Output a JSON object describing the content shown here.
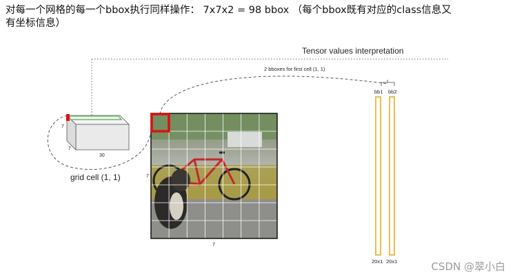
{
  "caption": {
    "line1": "对每一个网格的每一个bbox执行同样操作：  7x7x2 = 98 bbox （每个bbox既有对应的class信息又",
    "line2": "有坐标信息）"
  },
  "diagram": {
    "title": "Tensor values interpretation",
    "bboxes_label": "2 bboxes for first cell (1, 1)",
    "cell": {
      "dim_left": "7",
      "dim_bottom": "7",
      "dim_depth": "30",
      "label": "grid cell (1, 1)"
    },
    "grid": {
      "rows": 7,
      "cols": 7,
      "dim_left": "7",
      "dim_bottom": "7"
    },
    "vectors": [
      {
        "top_label": "bb1",
        "bottom_label": "20x1"
      },
      {
        "top_label": "bb2",
        "bottom_label": "20x1"
      }
    ],
    "colors": {
      "highlight": "#dd1111",
      "vector": "#e8c04a",
      "dashed": "#555555",
      "cube_stripe": "#6fb86f"
    }
  },
  "watermark": "CSDN @翠小白"
}
